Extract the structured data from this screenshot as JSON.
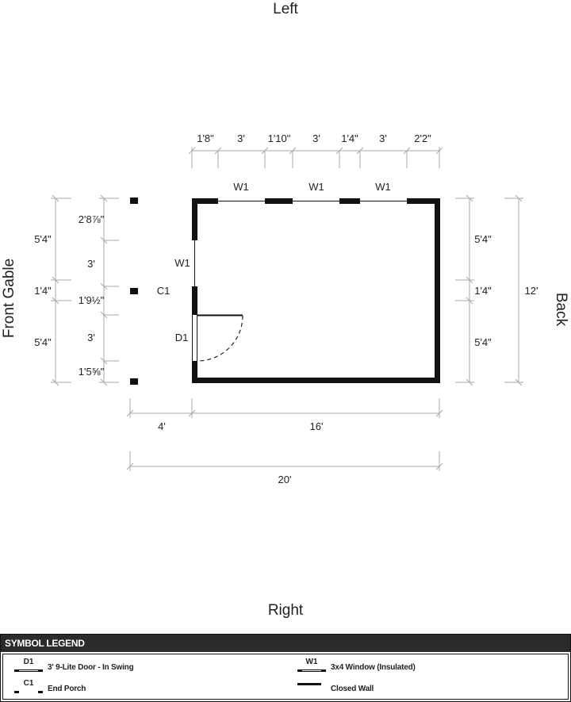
{
  "sides": {
    "top": "Left",
    "bottom": "Right",
    "left": "Front Gable",
    "right": "Back"
  },
  "top_dims": [
    "1'8\"",
    "3'",
    "1'10\"",
    "3'",
    "1'4\"",
    "3'",
    "2'2\""
  ],
  "top_windows": [
    "W1",
    "W1",
    "W1"
  ],
  "left_outer_dims": [
    "5'4\"",
    "1'4\"",
    "5'4\""
  ],
  "left_inner_dims": [
    "2'8⅞\"",
    "3'",
    "1'9½\"",
    "3'",
    "1'5⅝\""
  ],
  "right_inner_dims": [
    "5'4\"",
    "1'4\"",
    "5'4\""
  ],
  "right_outer_dim": "12'",
  "front_labels": {
    "window": "W1",
    "porch": "C1",
    "door": "D1"
  },
  "bottom_dims": {
    "porch": "4'",
    "building": "16'",
    "total": "20'"
  },
  "legend": {
    "title": "SYMBOL LEGEND",
    "items": [
      {
        "code": "D1",
        "label": "3' 9-Lite Door - In Swing"
      },
      {
        "code": "W1",
        "label": "3x4 Window (Insulated)"
      },
      {
        "code": "C1",
        "label": "End Porch"
      },
      {
        "code": "",
        "label": "Closed Wall"
      }
    ]
  }
}
